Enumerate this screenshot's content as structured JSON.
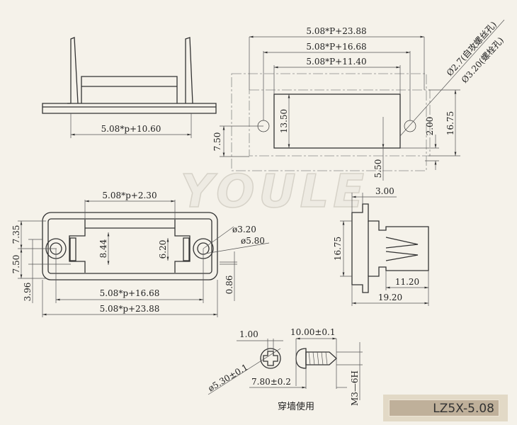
{
  "watermark": "YOULE",
  "model_label": "LZ5X-5.08",
  "top_left_view": {
    "width_dim": "5.08*p+10.60"
  },
  "panel_cutout_view": {
    "dims": [
      "5.08*P+23.88",
      "5.08*P+16.68",
      "5.08*P+11.40",
      "13.50",
      "7.50",
      "2.00",
      "16.75",
      "5.50"
    ],
    "hole_note_1": "Ø2.7(自攻螺丝孔)",
    "hole_note_2": "Ø3.20(螺栓孔)"
  },
  "front_view": {
    "dims": [
      "5.08*p+2.30",
      "7.35",
      "7.50",
      "3.96",
      "8.44",
      "6.20",
      "0.86",
      "5.08*p+16.68",
      "5.08*p+23.88"
    ],
    "hole_1": "ø3.20",
    "hole_2": "ø5.80"
  },
  "side_view": {
    "dims": [
      "3.00",
      "16.75",
      "11.20",
      "19.20"
    ]
  },
  "screw_view": {
    "dims": [
      "1.00",
      "10.00±0.1",
      "ø5.30±0.1",
      "7.80±0.2",
      "M3—6H"
    ],
    "caption": "穿墙使用"
  }
}
